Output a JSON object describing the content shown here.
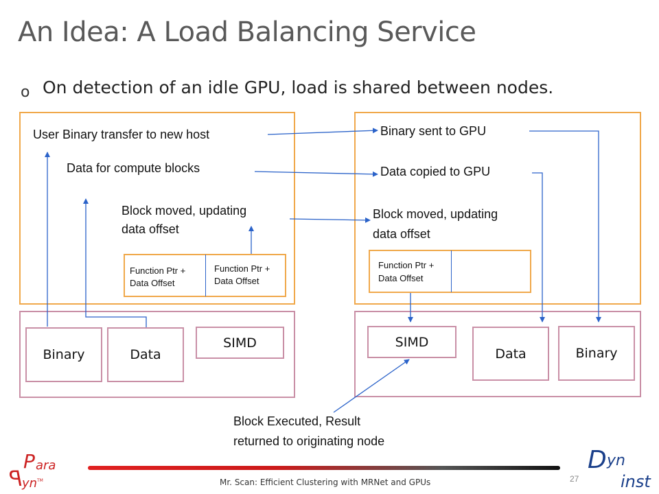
{
  "slide": {
    "title": "An Idea: A Load Balancing Service",
    "bullet_marker": "o",
    "bullet": "On detection of an idle GPU, load is shared between nodes."
  },
  "left": {
    "label_user_binary": "User Binary transfer to new host",
    "label_data_compute": "Data for compute blocks",
    "label_block_moved_1": "Block moved, updating",
    "label_block_moved_2": "data offset",
    "fp1_line1": "Function Ptr +",
    "fp1_line2": "Data Offset",
    "fp2_line1": "Function Ptr +",
    "fp2_line2": "Data Offset",
    "box_binary": "Binary",
    "box_data": "Data",
    "box_simd": "SIMD"
  },
  "right": {
    "label_binary_sent": "Binary sent to GPU",
    "label_data_copied": "Data copied to GPU",
    "label_block_moved_1": "Block moved, updating",
    "label_block_moved_2": "data offset",
    "fp_line1": "Function Ptr +",
    "fp_line2": "Data Offset",
    "box_simd": "SIMD",
    "box_data": "Data",
    "box_binary": "Binary"
  },
  "bottom": {
    "executed_1": "Block Executed, Result",
    "executed_2": "returned to originating node"
  },
  "footer": {
    "logo_left": "ParaDyn",
    "logo_right": "Dyninst",
    "caption": "Mr. Scan: Efficient Clustering with MRNet and GPUs",
    "page": "27"
  },
  "colors": {
    "orange": "#f0a84a",
    "pink": "#c98fa6",
    "arrow": "#2a62c9",
    "logo_red": "#cc2222",
    "logo_blue": "#1a3f8a"
  }
}
